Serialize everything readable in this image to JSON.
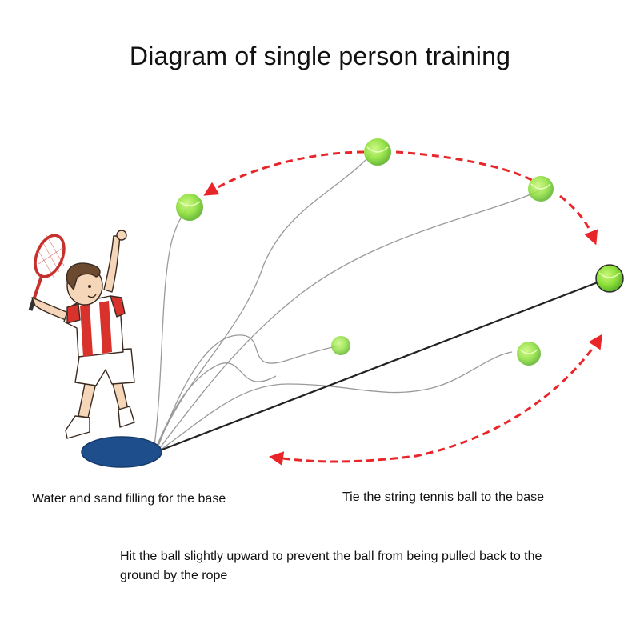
{
  "title": "Diagram of single person training",
  "captions": {
    "base": "Water and sand filling for the base",
    "tie": "Tie the string tennis ball to the base",
    "hit": "Hit the ball slightly upward to prevent the ball from being pulled back to the ground by the rope"
  },
  "colors": {
    "ball": "#8ee03a",
    "ball_dark": "#5fb52a",
    "arrow": "#e8262a",
    "base": "#1f4e8c",
    "string": "#888888",
    "taut_string": "#222222",
    "shirt_red": "#d9312b",
    "hair": "#6b4a2f",
    "skin": "#f6d6b8"
  },
  "icons": [
    "tennis-ball-icon",
    "tennis-racket-icon",
    "player-figure",
    "base-disc",
    "motion-arrow"
  ]
}
